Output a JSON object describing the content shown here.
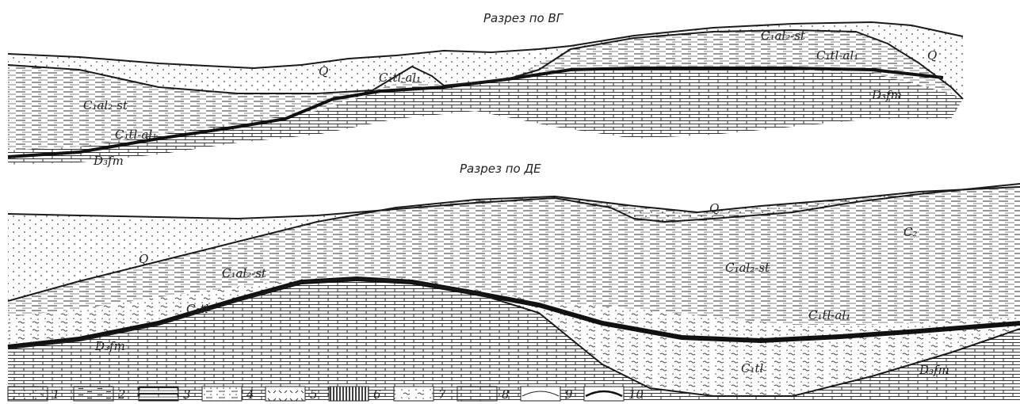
{
  "sections": [
    {
      "title": "Разрез по ВГ",
      "labels": [
        "Q",
        "C₁tl-al₁",
        "C₁al₂-st",
        "C₁tl-al₁",
        "D₃fm",
        "C₁al₂-st",
        "C₁tl-al₁",
        "Q",
        "D₃fm"
      ]
    },
    {
      "title": "Разрез по ДЕ",
      "labels": [
        "Q",
        "C₂",
        "Q",
        "C₁al₂-st",
        "C₁tl",
        "D₃fm",
        "C₁al₂-st",
        "C₁tl-al₁",
        "C₁tl",
        "D₃fm"
      ]
    }
  ],
  "legend": [
    {
      "num": "1",
      "pattern": "dots"
    },
    {
      "num": "2",
      "pattern": "brick-dash"
    },
    {
      "num": "3",
      "pattern": "brick-thick"
    },
    {
      "num": "4",
      "pattern": "dots-dash"
    },
    {
      "num": "5",
      "pattern": "ticks"
    },
    {
      "num": "6",
      "pattern": "vertical-stripes"
    },
    {
      "num": "7",
      "pattern": "dots-wave"
    },
    {
      "num": "8",
      "pattern": "brick"
    },
    {
      "num": "9",
      "pattern": "thin-line"
    },
    {
      "num": "10",
      "pattern": "thick-line"
    }
  ]
}
